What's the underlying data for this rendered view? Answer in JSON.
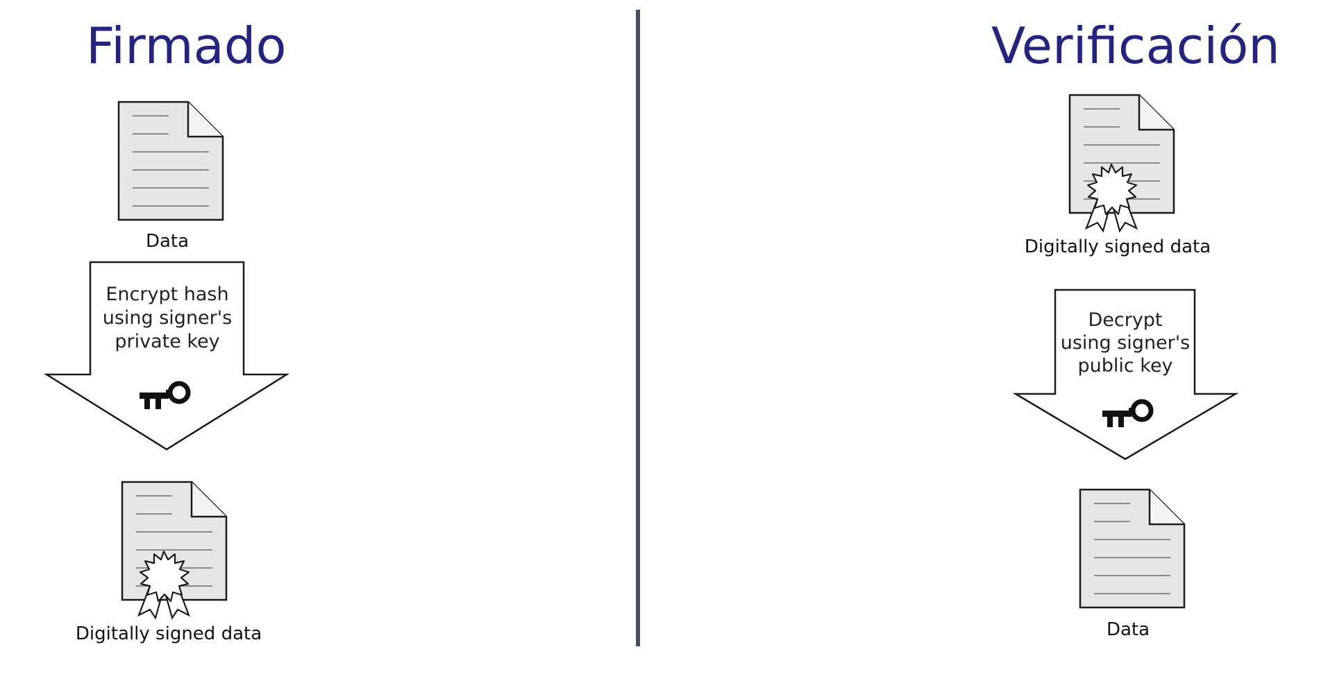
{
  "signing": {
    "title": "Firmado",
    "input_label": "Data",
    "arrow_lines": [
      "Encrypt hash",
      "using signer's",
      "private key"
    ],
    "output_label": "Digitally signed data",
    "key_icon": "key-icon"
  },
  "verification": {
    "title": "Verificación",
    "input_label": "Digitally signed data",
    "arrow_lines": [
      "Decrypt",
      "using signer's",
      "public key"
    ],
    "output_label": "Data",
    "key_icon": "key-icon"
  },
  "colors": {
    "title": "#232383",
    "divider": "#46505f",
    "document_fill": "#e6e6e6",
    "stroke": "#1a1a1a"
  }
}
